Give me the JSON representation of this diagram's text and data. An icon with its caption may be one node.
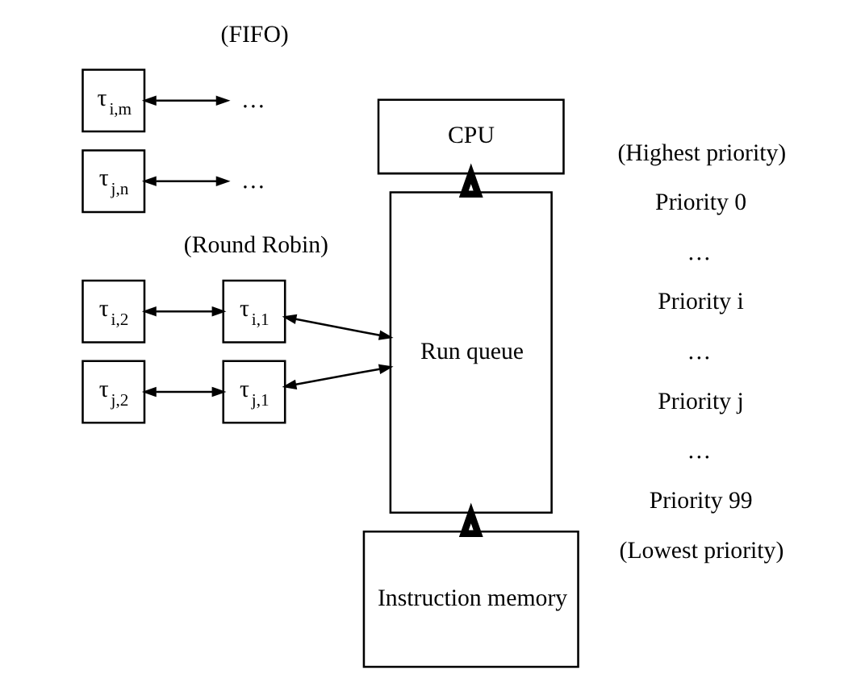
{
  "diagram": {
    "nodes": [
      {
        "text": [
          "CPU"
        ]
      },
      {
        "text": [
          "Run queue"
        ]
      },
      {
        "text": [
          "Instruction memory"
        ]
      },
      {
        "text": [
          "τ$_{i,m}$"
        ]
      },
      {
        "text": [
          "…"
        ]
      },
      {
        "text": [
          "τ$_{i,2}$"
        ]
      },
      {
        "text": [
          "τ$_{i,1}$"
        ]
      },
      {
        "text": [
          "τ$_{j,n}$"
        ]
      },
      {
        "text": [
          "…"
        ]
      },
      {
        "text": [
          "τ$_{j,2}$"
        ]
      },
      {
        "text": [
          "τ$_{j,1}$"
        ]
      }
    ],
    "edges": [
      {
        "from": 1,
        "to": 0,
        "arrow": "to",
        "style": "thick"
      },
      {
        "from": 2,
        "to": 1,
        "arrow": "to",
        "style": "thick"
      },
      {
        "from": 3,
        "to": 4,
        "arrow": "both"
      },
      {
        "from": 5,
        "to": 6,
        "arrow": "both"
      },
      {
        "from": 6,
        "to": 1,
        "arrow": "both"
      },
      {
        "from": 7,
        "to": 8,
        "arrow": "both"
      },
      {
        "from": 9,
        "to": 10,
        "arrow": "both"
      },
      {
        "from": 10,
        "to": 1,
        "arrow": "both"
      }
    ],
    "labels": [
      "(FIFO)",
      "(Round Robin)",
      "(Highest priority)",
      "Priority 0",
      "…",
      "Priority i",
      "…",
      "Priority j",
      "…",
      "Priority 99",
      "(Lowest priority)"
    ]
  }
}
